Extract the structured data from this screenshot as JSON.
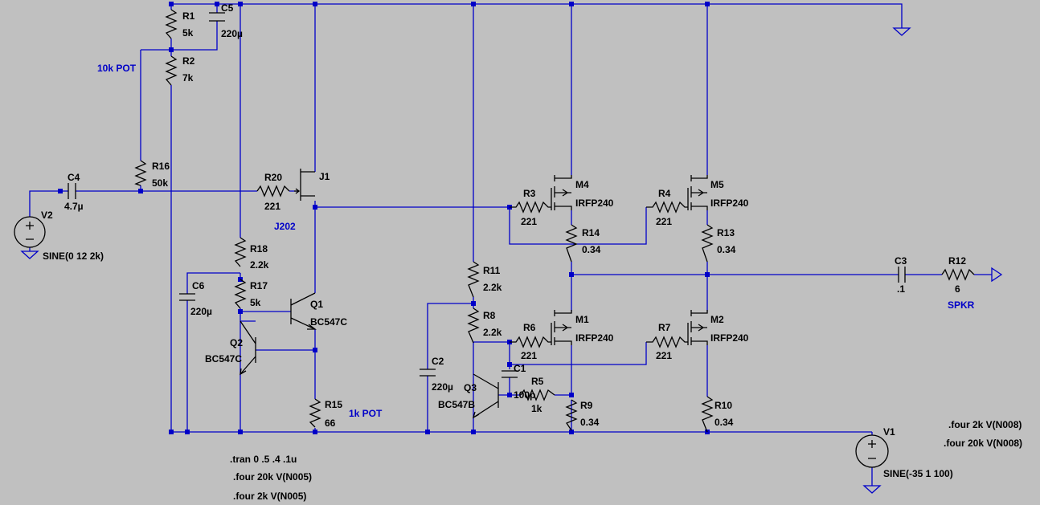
{
  "components": {
    "R1": {
      "ref": "R1",
      "value": "5k"
    },
    "R2": {
      "ref": "R2",
      "value": "7k"
    },
    "C5": {
      "ref": "C5",
      "value": "220µ"
    },
    "R16": {
      "ref": "R16",
      "value": "50k"
    },
    "C4": {
      "ref": "C4",
      "value": "4.7µ"
    },
    "V2": {
      "ref": "V2",
      "value": "SINE(0 12 2k)"
    },
    "R20": {
      "ref": "R20",
      "value": "221"
    },
    "J1": {
      "ref": "J1",
      "value": "J202"
    },
    "R18": {
      "ref": "R18",
      "value": "2.2k"
    },
    "R17": {
      "ref": "R17",
      "value": "5k"
    },
    "C6": {
      "ref": "C6",
      "value": "220µ"
    },
    "Q1": {
      "ref": "Q1",
      "value": "BC547C"
    },
    "Q2": {
      "ref": "Q2",
      "value": "BC547C"
    },
    "R15": {
      "ref": "R15",
      "value": "66"
    },
    "R11": {
      "ref": "R11",
      "value": "2.2k"
    },
    "R8": {
      "ref": "R8",
      "value": "2.2k"
    },
    "C2": {
      "ref": "C2",
      "value": "220µ"
    },
    "Q3": {
      "ref": "Q3",
      "value": "BC547B"
    },
    "C1": {
      "ref": "C1",
      "value": "100p"
    },
    "R5": {
      "ref": "R5",
      "value": "1k"
    },
    "R3": {
      "ref": "R3",
      "value": "221"
    },
    "M4": {
      "ref": "M4",
      "value": "IRFP240"
    },
    "R14": {
      "ref": "R14",
      "value": "0.34"
    },
    "R4": {
      "ref": "R4",
      "value": "221"
    },
    "M5": {
      "ref": "M5",
      "value": "IRFP240"
    },
    "R13": {
      "ref": "R13",
      "value": "0.34"
    },
    "R6": {
      "ref": "R6",
      "value": "221"
    },
    "M1": {
      "ref": "M1",
      "value": "IRFP240"
    },
    "R9": {
      "ref": "R9",
      "value": "0.34"
    },
    "R7": {
      "ref": "R7",
      "value": "221"
    },
    "M2": {
      "ref": "M2",
      "value": "IRFP240"
    },
    "R10": {
      "ref": "R10",
      "value": "0.34"
    },
    "C3": {
      "ref": "C3",
      "value": ".1"
    },
    "R12": {
      "ref": "R12",
      "value": "6"
    },
    "V1": {
      "ref": "V1",
      "value": "SINE(-35 1 100)"
    }
  },
  "net_labels": {
    "pot10k": "10k POT",
    "pot1k": "1k POT",
    "spkr": "SPKR"
  },
  "directives": [
    ".tran 0 .5 .4 .1u",
    ".four 20k V(N005)",
    ".four 2k V(N005)",
    ".four 2k V(N008)",
    ".four 20k V(N008)"
  ],
  "colors": {
    "background": "#c0c0c0",
    "wire": "#0000c8",
    "component": "#000000"
  }
}
